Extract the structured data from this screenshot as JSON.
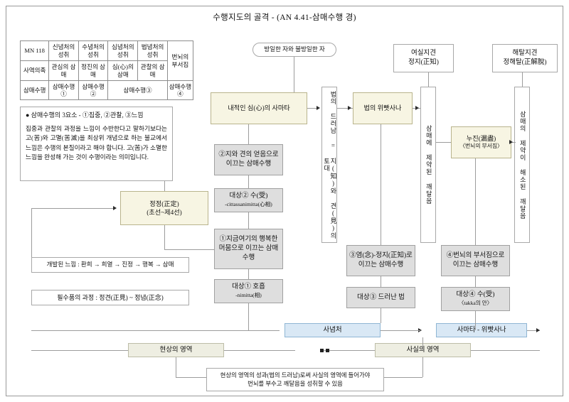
{
  "title": "수행지도의 골격 - (AN 4.41-삼매수행 경)",
  "matrix": {
    "rows": [
      [
        "MN 118",
        "신념처의\n성취",
        "수념처의\n성취",
        "심념처의\n성취",
        "법념처의\n성취",
        "번뇌의\n부서짐"
      ],
      [
        "사역의족",
        "관심의\n삼매",
        "정진의\n삼매",
        "심(心)의\n삼매",
        "관찰의\n삼매",
        ""
      ],
      [
        "삼매수행",
        "삼매수행\n①",
        "삼매수행\n②",
        "삼매수행③",
        "",
        "삼매수행\n④"
      ]
    ],
    "cells": {
      "r0c0": "MN 118",
      "r0c1": "신념처의 성취",
      "r0c2": "수념처의 성취",
      "r0c3": "심념처의 성취",
      "r0c4": "법념처의 성취",
      "r0c5": "번뇌의 부서짐",
      "r1c0": "사역의족",
      "r1c1": "관심의 삼매",
      "r1c2": "정진의 삼매",
      "r1c3": "심(心)의 삼매",
      "r1c4": "관찰의 삼매",
      "r2c0": "삼매수행",
      "r2c1": "삼매수행 ①",
      "r2c2": "삼매수행 ②",
      "r2c3": "삼매수행③",
      "r2c5": "삼매수행 ④"
    }
  },
  "note": {
    "heading": "● 삼매수행의 3요소 - ①집중, ②관찰, ③느낌",
    "body": "집중과 관찰의 과정을 느낌이 수반한다고 말하기보다는 고(苦)와 고멸(苦滅)을 최상위 개념으로 하는 불교에서 느낌은 수행의 본질이라고 해야 합니다. 고(苦)가 소멸한 느낌을 완성해 가는 것이 수행이라는 의미입니다."
  },
  "nodes": {
    "heedless": "방일한 자와 불방일한 자",
    "header_right_1_line1": "여실지견",
    "header_right_1_line2": "정지(正知)",
    "header_right_2_line1": "해탈지견",
    "header_right_2_line2": "정해탈(正解脫)",
    "samatha": "내적인 심(心)의 사마타",
    "vipassana": "법의 위빳사나",
    "dhamma_reveal": "법의 드러남 = 지(知)와 견(見)의 토대",
    "bound_awakening": "삼매에 제약된 깨달음",
    "released_awakening": "삼매의 제약이 해소된 깨달음",
    "nujin_line1": "누진(漏盡)",
    "nujin_line2": "〈번뇌의 부서짐〉",
    "jeongjeong_line1": "정정(正定)",
    "jeongjeong_line2": "(초선~제4선)",
    "practice2": "②지와 견의 얻음으로 이끄는 삼매수행",
    "object2_line1": "대상② 수(受)",
    "object2_line2": "-cittassanimitta(心相)",
    "practice1": "①지금여기의 행복한 머뭄으로 이끄는 삼매수행",
    "object1_line1": "대상① 호흡",
    "object1_line2": "-nimitta(相)",
    "practice3": "③염(念)-정지(正知)로 이끄는 삼매수행",
    "object3": "대상③ 드러난 법",
    "practice4": "④번뇌의 부서짐으로 이끄는 삼매수행",
    "object4_line1": "대상④ 수(受)",
    "object4_line2": "〈takka의 안〉",
    "developed_feeling": "개발된 느낌 : 환희 → 희열 → 진정 → 행복 → 삼매",
    "essential_process": "필수품의 과정 : 정견(正見) ~ 정념(正念)",
    "satipatthana": "사념처",
    "samatha_vipassana": "사마타 - 위빳사나",
    "phenomena_domain": "현상의 영역",
    "fact_domain": "사실의 영역",
    "conclusion_line1": "현상의 영역의 성과(법의 드러남)로써 사실의 영역에 들어가야",
    "conclusion_line2": "번뇌를 부수고 깨달음을 성취할 수 있음"
  },
  "colors": {
    "cream": "#f7f5e3",
    "gray": "#dedede",
    "blue": "#d9e8f5",
    "khaki": "#eeeee2",
    "border": "#a8a8a8",
    "line": "#9c9c9c"
  }
}
